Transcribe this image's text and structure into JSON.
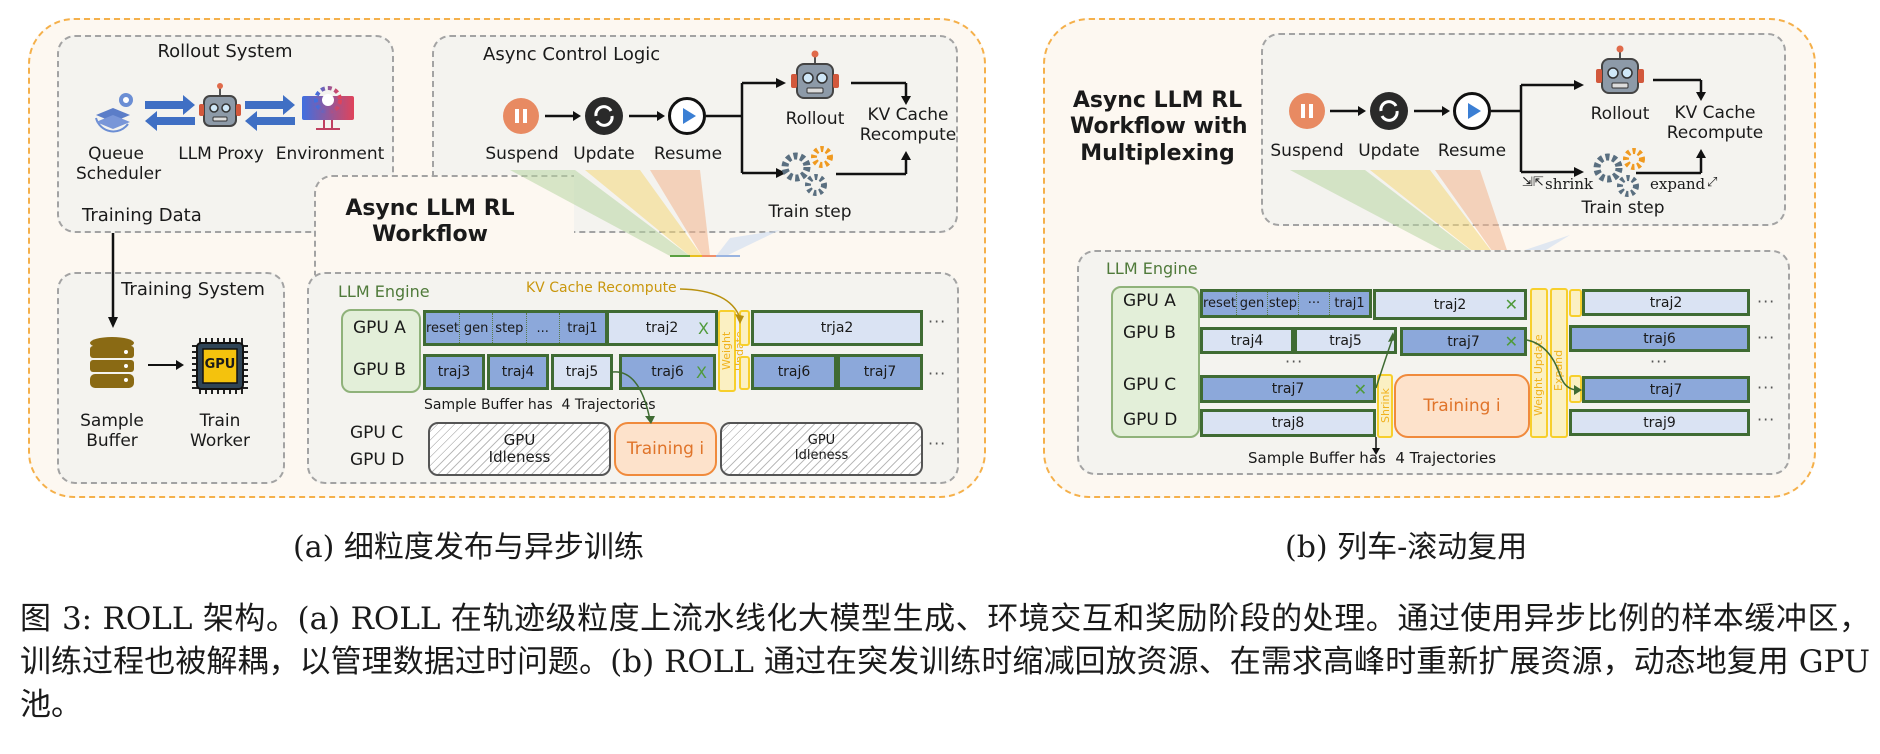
{
  "colors": {
    "panel_border": "#f5b04a",
    "panel_bg": "#fdf8f1",
    "block_dark": "#8ca8da",
    "block_light": "#dae3f3",
    "block_border": "#3f6b33",
    "training": "#f08a3c",
    "weight_update": "#f7cf2c",
    "engine_label": "#4f7a3a",
    "kv_label": "#c9970e"
  },
  "panel_a": {
    "rollout_system": {
      "title": "Rollout System",
      "items": [
        {
          "icon": "queue-scheduler-icon",
          "label": "Queue\nScheduler"
        },
        {
          "icon": "robot-icon",
          "label": "LLM Proxy"
        },
        {
          "icon": "environment-monitor-icon",
          "label": "Environment"
        }
      ],
      "training_data": "Training Data"
    },
    "training_system": {
      "title": "Training System",
      "sample_buffer": "Sample\nBuffer",
      "train_worker": "Train\nWorker",
      "gpu_chip_text": "GPU"
    },
    "workflow_title": "Async LLM RL\nWorkflow",
    "control_logic": {
      "title": "Async Control Logic",
      "steps": [
        "Suspend",
        "Update",
        "Resume"
      ],
      "rollout": "Rollout",
      "train_step": "Train step",
      "kv_cache": "KV Cache\nRecompute"
    },
    "engine": {
      "title": "LLM Engine",
      "kv_label": "KV Cache Recompute",
      "gpus": [
        "GPU A",
        "GPU B",
        "GPU C",
        "GPU D"
      ],
      "row_a_segments": [
        "reset",
        "gen",
        "step",
        "...",
        "traj1"
      ],
      "row_a_traj2": "traj2",
      "row_a_after": "trja2",
      "row_b": [
        "traj3",
        "traj4",
        "traj5",
        "traj6"
      ],
      "row_b_after": [
        "traj6",
        "traj7"
      ],
      "x_mark": "X",
      "weight_update": "Weight Update",
      "sample_buffer_note": "Sample Buffer has  4 Trajectories",
      "idle": "GPU\nIdleness",
      "training": "Training i",
      "ellipsis": "···"
    },
    "caption": "(a) 细粒度发布与异步训练"
  },
  "panel_b": {
    "workflow_title": "Async LLM RL\nWorkflow with\nMultiplexing",
    "control_logic": {
      "steps": [
        "Suspend",
        "Update",
        "Resume"
      ],
      "rollout": "Rollout",
      "train_step": "Train step",
      "kv_cache": "KV Cache\nRecompute",
      "shrink": "shrink",
      "expand": "expand"
    },
    "engine": {
      "title": "LLM Engine",
      "gpus": [
        "GPU A",
        "GPU B",
        "GPU C",
        "GPU D"
      ],
      "row_a_segments": [
        "reset",
        "gen",
        "step",
        "···",
        "traj1"
      ],
      "row_a_traj2": "traj2",
      "row_b": [
        "traj4",
        "traj5",
        "traj7"
      ],
      "row_c": "traj7",
      "row_d": "traj8",
      "shrink": "Shrink",
      "training": "Training i",
      "weight_update": "Weight Update",
      "expand": "Expand",
      "after": [
        "traj2",
        "traj6",
        "traj7",
        "traj9"
      ],
      "x_mark": "✕",
      "sample_buffer_note": "Sample Buffer has  4 Trajectories",
      "ellipsis": "···"
    },
    "caption": "(b) 列车-滚动复用"
  },
  "figure_caption": "图 3: ROLL 架构。(a) ROLL 在轨迹级粒度上流水线化大模型生成、环境交互和奖励阶段的处理。通过使用异步比例的样本缓冲区，训练过程也被解耦，以管理数据过时问题。(b) ROLL 通过在突发训练时缩减回放资源、在需求高峰时重新扩展资源，动态地复用 GPU 池。"
}
